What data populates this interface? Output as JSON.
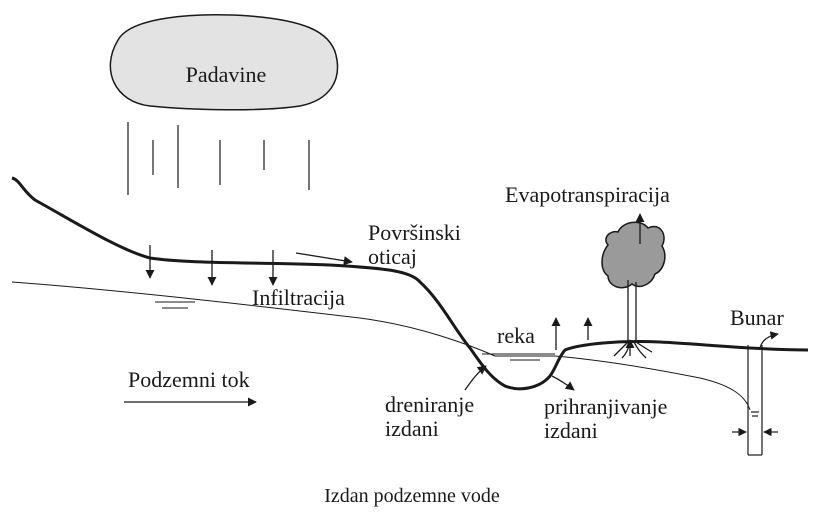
{
  "labels": {
    "cloud": "Padavine",
    "evapotranspiration": "Evapotranspiracija",
    "runoff_line1": "Površinski",
    "runoff_line2": "oticaj",
    "infiltration": "Infiltracija",
    "river": "reka",
    "well": "Bunar",
    "groundwater_flow": "Podzemni tok",
    "drainage_line1": "dreniranje",
    "drainage_line2": "izdani",
    "recharge_line1": "prihranjivanje",
    "recharge_line2": "izdani",
    "caption": "Izdan podzemne vode"
  },
  "colors": {
    "ink": "#1a1a1a",
    "cloud_fill": "#e3e3e3",
    "tree_fill": "#9a9a9a"
  }
}
